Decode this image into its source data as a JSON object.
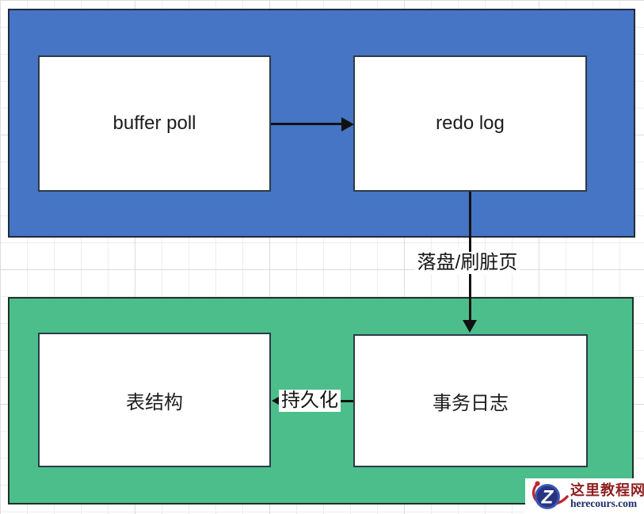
{
  "diagram": {
    "zones": {
      "memory": {
        "color": "#4575c4",
        "border_color": "#1e2b3c"
      },
      "disk": {
        "color": "#4cbe8b",
        "border_color": "#1b3226"
      }
    },
    "nodes": {
      "buffer_pool": {
        "label": "buffer poll"
      },
      "redo_log": {
        "label": "redo log"
      },
      "table_structure": {
        "label": "表结构"
      },
      "transaction_log": {
        "label": "事务日志"
      }
    },
    "edges": {
      "redo_to_transaction_log": {
        "label": "落盘/刷脏页"
      },
      "transaction_log_to_table_structure": {
        "label": "持久化"
      }
    },
    "arrow_color": "#111111",
    "node_fill": "#ffffff"
  },
  "watermark": {
    "site_name": "这里教程网",
    "site_domain": "herecours.com",
    "logo_letter": "Z",
    "name_color": "#8e1f1f",
    "domain_color": "#1b2a6b",
    "logo_circle_color": "#27357e",
    "logo_swoosh_color": "#c2272d"
  }
}
